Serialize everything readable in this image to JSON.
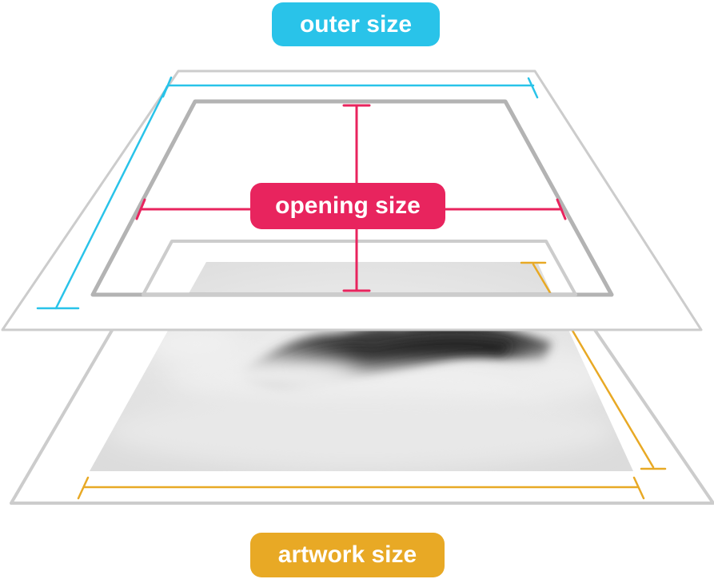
{
  "labels": {
    "outer": "outer size",
    "opening": "opening size",
    "artwork": "artwork size"
  },
  "colors": {
    "outer": "#29c3e9",
    "opening": "#e8245e",
    "artwork": "#e8a925",
    "frame_light": "#cccccc",
    "frame_dark": "#b3b3b3"
  }
}
